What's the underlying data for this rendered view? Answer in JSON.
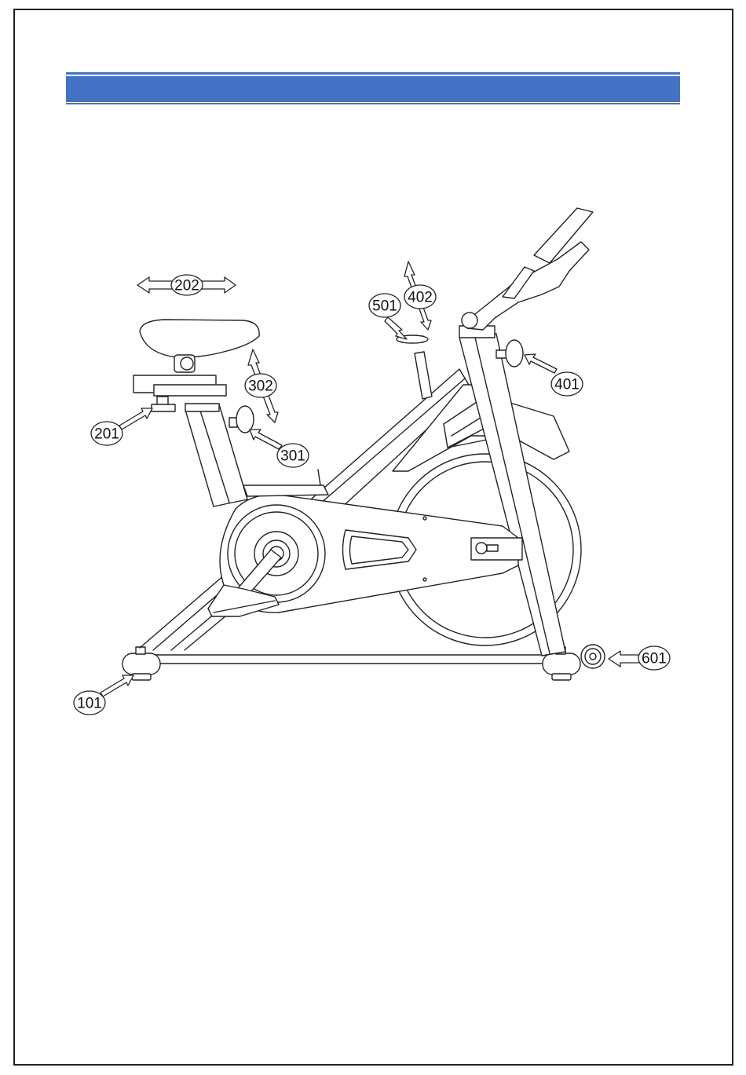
{
  "colors": {
    "header_bar": "#4472c4",
    "line": "#222222",
    "background": "#ffffff"
  },
  "callouts": [
    {
      "id": "101",
      "label": "101",
      "part": "rear-foot-leveler"
    },
    {
      "id": "201",
      "label": "201",
      "part": "seat-horizontal-knob"
    },
    {
      "id": "202",
      "label": "202",
      "part": "seat-slide"
    },
    {
      "id": "301",
      "label": "301",
      "part": "seat-post-knob"
    },
    {
      "id": "302",
      "label": "302",
      "part": "seat-post"
    },
    {
      "id": "401",
      "label": "401",
      "part": "handlebar-post-knob"
    },
    {
      "id": "402",
      "label": "402",
      "part": "handlebar-post"
    },
    {
      "id": "501",
      "label": "501",
      "part": "resistance-knob"
    },
    {
      "id": "601",
      "label": "601",
      "part": "transport-wheel"
    }
  ]
}
